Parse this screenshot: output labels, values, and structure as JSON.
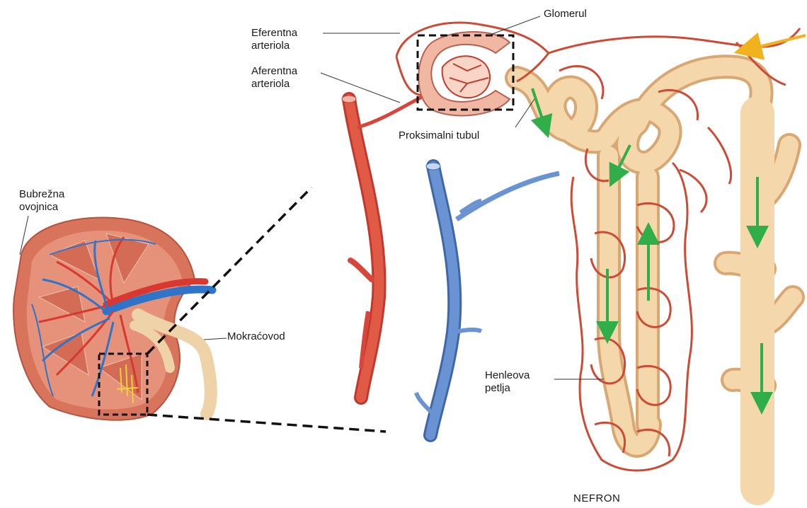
{
  "labels": {
    "eferentna": "Eferentna\narteriola",
    "aferentna": "Aferentna\narteriola",
    "glomerul": "Glomerul",
    "proksimalni": "Proksimalni tubul",
    "bubrezna": "Bubrežna\novojnica",
    "mokracovod": "Mokraćovod",
    "henleova": "Henleova\npetlja",
    "nefron": "NEFRON"
  },
  "colors": {
    "artery": "#d8463a",
    "vein": "#4a78c0",
    "tubule": "#f3cfa0",
    "tubule_edge": "#d9a772",
    "capillary": "#cf4a35",
    "flow_arrow": "#2fae4a",
    "pointer_arrow": "#f2b21e",
    "kidney_cortex": "#e0806a"
  },
  "icons": [
    "flow-arrow-icon",
    "pointer-arrow-icon"
  ]
}
